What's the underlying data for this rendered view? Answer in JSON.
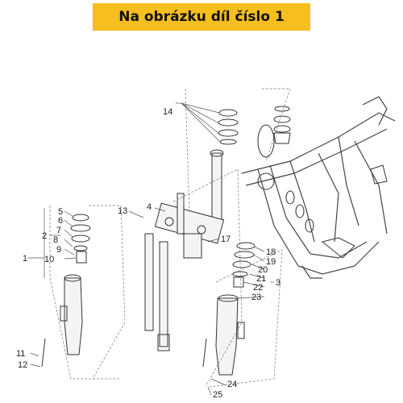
{
  "banner": {
    "text": "Na obrázku díl číslo 1",
    "color": "#f6be1e"
  },
  "callouts": {
    "c1": "1",
    "c2": "2",
    "c3": "3",
    "c4": "4",
    "c5": "5",
    "c6": "6",
    "c7": "7",
    "c8": "8",
    "c9": "9",
    "c10": "10",
    "c11": "11",
    "c12": "12",
    "c13": "13",
    "c14": "14",
    "c17": "17",
    "c18": "18",
    "c19": "19",
    "c20": "20",
    "c21": "21",
    "c22": "22",
    "c23": "23",
    "c24": "24",
    "c25": "25"
  }
}
